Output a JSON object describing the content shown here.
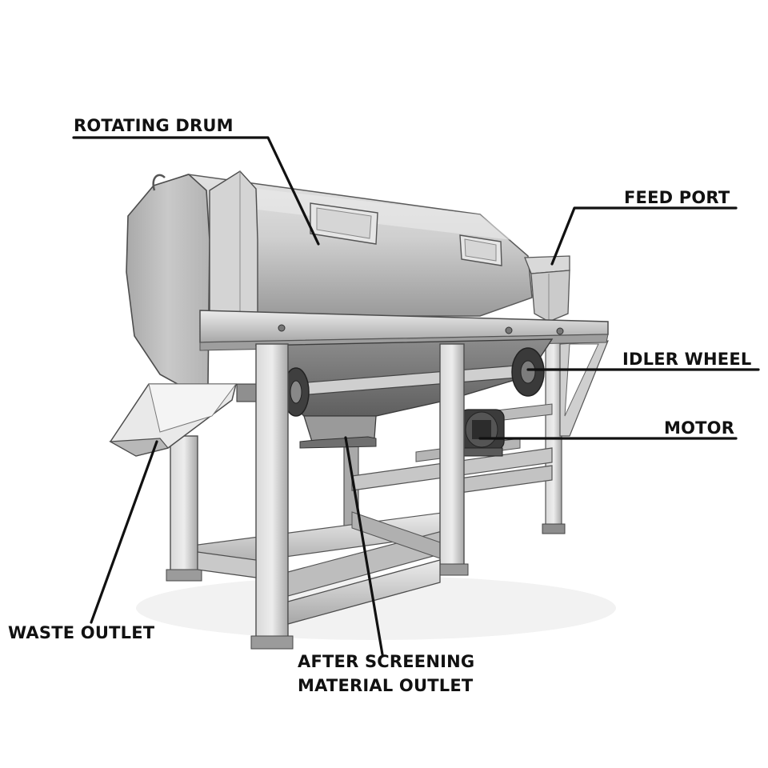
{
  "labels": {
    "rotating_drum": "ROTATING DRUM",
    "feed_port": "FEED PORT",
    "idler_wheel": "IDLER WHEEL",
    "motor": "MOTOR",
    "waste_outlet": "WASTE OUTLET",
    "after_screening_line1": "AFTER SCREENING",
    "after_screening_line2": "MATERIAL OUTLET"
  },
  "colors": {
    "leader_line": "#111111",
    "label_text": "#111111",
    "steel_light": "#e4e4e4",
    "steel_mid": "#bcbcbc",
    "steel_dark": "#6e6e6e"
  },
  "icons": {
    "machine": "rotary-drum-screen-illustration"
  }
}
